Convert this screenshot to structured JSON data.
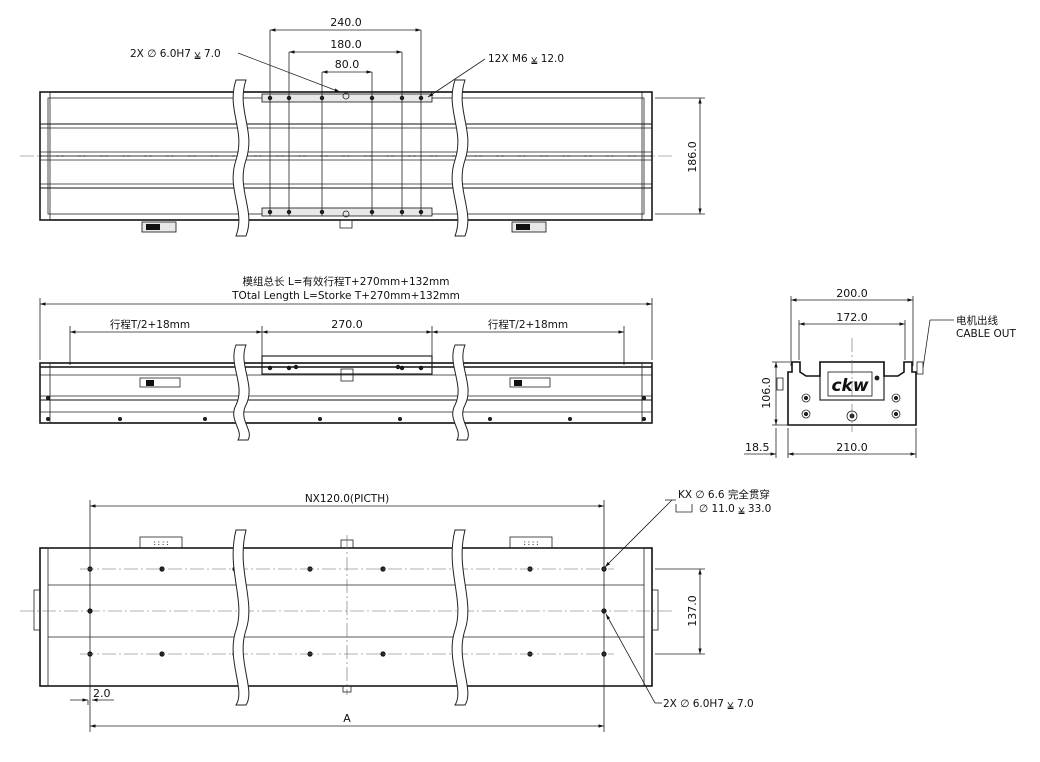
{
  "top_view": {
    "dims": {
      "pin_holes": "2X ∅ 6.0H7 ⩣ 7.0",
      "screw_holes": "12X  M6 ⩣ 12.0",
      "span_outer": "240.0",
      "span_mid": "180.0",
      "span_inner": "80.0",
      "height": "186.0"
    }
  },
  "side_view": {
    "length_note_cn": "模组总长 L=有效行程T+270mm+132mm",
    "length_note_en": "TOtal Length L=Storke T+270mm+132mm",
    "stroke_left": "行程T/2+18mm",
    "carriage": "270.0",
    "stroke_right": "行程T/2+18mm"
  },
  "end_view": {
    "width_outer": "200.0",
    "width_inner": "172.0",
    "height": "106.0",
    "offset": "18.5",
    "base_width": "210.0",
    "cable_cn": "电机出线",
    "cable_en": "CABLE OUT",
    "logo": "ckw"
  },
  "bottom_view": {
    "pitch": "NX120.0(PICTH)",
    "through_holes": "KX ∅ 6.6 完全贯穿",
    "counterbore": "∅ 11.0 ⩣ 33.0",
    "height": "137.0",
    "offset": "2.0",
    "total": "A",
    "pin_holes": "2X ∅ 6.0H7 ⩣ 7.0"
  }
}
